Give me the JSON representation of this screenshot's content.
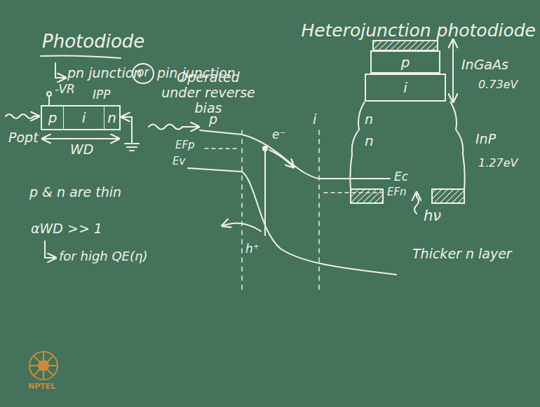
{
  "diagram": {
    "nodes": [
      {
        "text": [
          "p"
        ]
      },
      {
        "text": [
          "i"
        ]
      },
      {
        "text": [
          "n"
        ]
      },
      {
        "text": [
          "p"
        ]
      },
      {
        "text": [
          "i"
        ]
      },
      {
        "text": [
          "n"
        ]
      }
    ],
    "labels": [
      "Photodiode",
      "pn junction",
      "or",
      "pin junction",
      "-VR",
      "Operated under reverse bias",
      "Heterojunction photodiode",
      "IPP",
      "Popt",
      "WD",
      "p",
      "i",
      "n",
      "InGaAs",
      "0.73eV",
      "InP",
      "1.27eV",
      "e⁻",
      "EFp",
      "Ev",
      "Ec",
      "EFn",
      "h⁺",
      "p & n are thin",
      "hν",
      "Thicker n layer",
      "αWD >> 1",
      "for high QE(η)",
      "NPTEL"
    ]
  }
}
